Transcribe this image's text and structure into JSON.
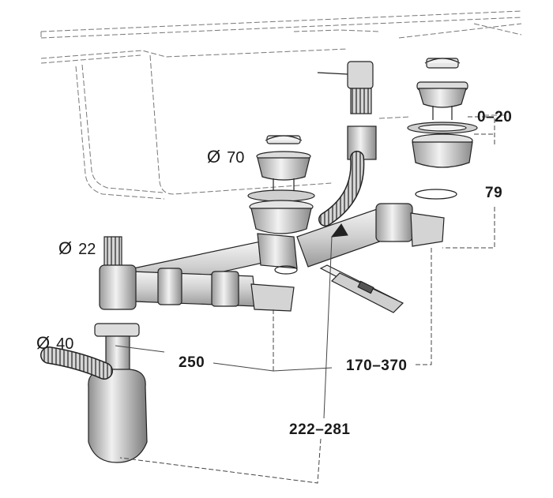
{
  "labels": {
    "d70": "70",
    "d22": "22",
    "d40": "40",
    "range_0_20": "0–20",
    "dim_79": "79",
    "dim_250": "250",
    "range_170_370": "170–370",
    "range_222_281": "222–281"
  },
  "diameter_symbol": "Ø"
}
